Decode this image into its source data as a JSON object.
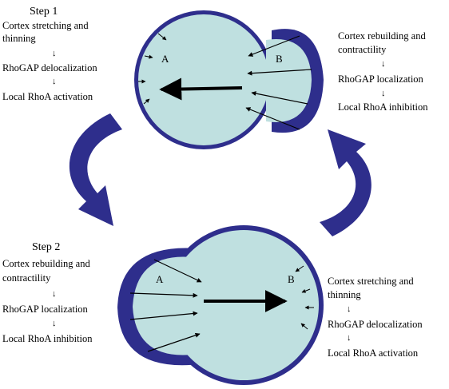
{
  "step1": {
    "title": "Step 1",
    "left_lines": [
      "Cortex stretching and",
      "thinning",
      "RhoGAP delocalization",
      "Local RhoA activation"
    ],
    "right_lines": [
      "Cortex rebuilding and",
      "contractility",
      "RhoGAP localization",
      "Local RhoA inhibition"
    ],
    "label_a": "A",
    "label_b": "B"
  },
  "step2": {
    "title": "Step 2",
    "left_lines": [
      "Cortex rebuilding and",
      "contractility",
      "RhoGAP localization",
      "Local RhoA inhibition"
    ],
    "right_lines": [
      "Cortex stretching and",
      "thinning",
      "RhoGAP delocalization",
      "Local RhoA activation"
    ],
    "label_a": "A",
    "label_b": "B"
  },
  "colors": {
    "cytoplasm": "#bfe0e0",
    "cortex": "#2e2e8c",
    "cycle_arrow": "#2e2e8c"
  }
}
